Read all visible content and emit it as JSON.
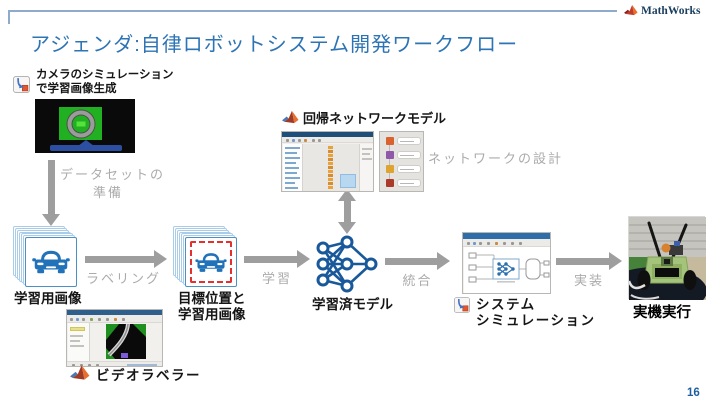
{
  "header": {
    "brand": "MathWorks",
    "title": "アジェンダ:自律ロボットシステム開発ワークフロー",
    "page_number": "16"
  },
  "workflow": {
    "camera_sim": {
      "line1": "カメラのシミュレーション",
      "line2": "で学習画像生成"
    },
    "dataset_prep": {
      "line1": "データセットの",
      "line2": "準備"
    },
    "training_images": {
      "label": "学習用画像"
    },
    "target_images": {
      "line1": "目標位置と",
      "line2": "学習用画像"
    },
    "trained_model": {
      "label": "学習済モデル"
    },
    "regression_model": {
      "label": "回帰ネットワークモデル"
    },
    "network_design": {
      "label": "ネットワークの設計"
    },
    "system_simulation": {
      "line1": "システム",
      "line2": "シミュレーション"
    },
    "real_robot": {
      "label": "実機実行"
    },
    "video_labeler": {
      "label": "ビデオラベラー"
    }
  },
  "arrows": {
    "labeling": "ラベリング",
    "training": "学習",
    "integration": "統合",
    "implementation": "実装"
  },
  "icons": {
    "camera_sim": "simulink-icon",
    "system_simulation": "simulink-icon",
    "regression_model": "matlab-icon",
    "video_labeler": "matlab-icon",
    "brand": "mathworks-logo"
  },
  "colors": {
    "title_blue": "#2E74B5",
    "arrow_gray": "#9E9E9E",
    "muted_text": "#ABABAB",
    "net_icon_blue": "#19599B",
    "page_number_blue": "#1F5FA0"
  }
}
